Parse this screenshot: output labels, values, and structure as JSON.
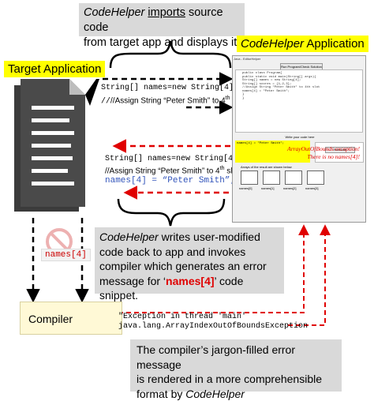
{
  "callout_top": {
    "app_name": "CodeHelper",
    "verb": "imports",
    "rest_line1": " source code",
    "line2": "from target app and displays it"
  },
  "target_label": "Target Application",
  "app_label": {
    "app_name": "CodeHelper",
    "rest": " Application"
  },
  "code_snippet_1": {
    "line1": "String[] names=new String[4];",
    "line2_a": "//Assign String “Peter Smith” to 4",
    "line2_sup": "th",
    "line2_b": " slot"
  },
  "code_snippet_2": {
    "line1": "String[] names=new String[4];",
    "line2_a": "//Assign String “Peter Smith” to 4",
    "line2_sup": "th",
    "line2_b": " slot",
    "line3": "names[4] = “Peter Smith”;"
  },
  "window": {
    "title": "Java - EditorHelper",
    "button": "Run Program/Check Solution",
    "code_lines": [
      "public class Program{",
      "  public static void main(String[] args){",
      "    String[] names = new String[4];",
      "    String[] scores = {1,2,3};",
      "    //Assign String \"Peter Smith\" to 4th slot",
      "    names[4] = \"Peter Smith\";",
      "  }",
      "}"
    ],
    "sub_label": "Write your code here",
    "yellow_text": "names[4] = \"Peter Smith\";",
    "side_button": "Run Code",
    "array_title": "Arrays of the result are shown below",
    "array_labels": [
      "names[0]",
      "names[1]",
      "names[2]",
      "names[3]"
    ],
    "exception_line1": "ArrayOutOfBounds exception!",
    "exception_line2": "There is no names[4]!"
  },
  "callout_mid": {
    "app_name": "CodeHelper",
    "line1_rest": " writes user-modified",
    "line2": "code back to app and invokes",
    "line3": "compiler which generates an error",
    "line4_a": "message for ‘",
    "line4_highlight": "names[4]",
    "line4_b": "’ code snippet."
  },
  "names_badge": "names[4]",
  "compiler_label": "Compiler",
  "error_message": {
    "line1": "\"Exception in thread 'main'",
    "line2": "java.lang.ArrayIndexOutOfBoundsException"
  },
  "callout_bottom": {
    "line1": "The compiler’s jargon-filled error message",
    "line2": "is rendered in a more comprehensible",
    "line3_a": "format by ",
    "line3_app": "CodeHelper"
  },
  "colors": {
    "highlight_yellow": "#ffff00",
    "callout_gray": "#d9d9d9",
    "error_red": "#e00000",
    "compiler_bg": "#fff9d6"
  }
}
